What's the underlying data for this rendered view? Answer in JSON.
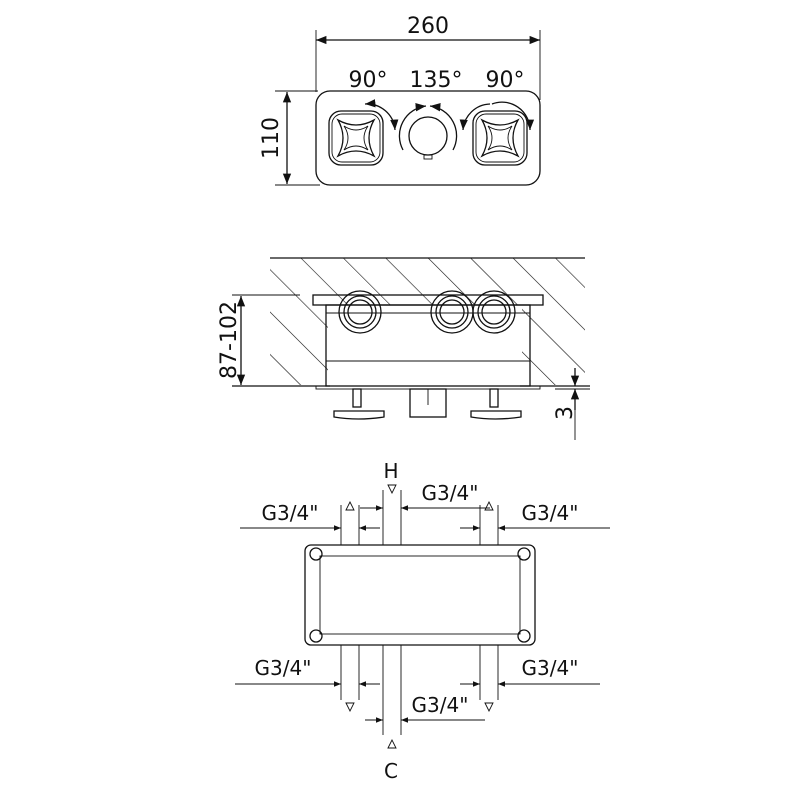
{
  "top_view": {
    "width_dim": "260",
    "height_dim": "110",
    "left_angle": "90°",
    "center_angle": "135°",
    "right_angle": "90°"
  },
  "side_view": {
    "depth_dim": "87-102",
    "offset_dim": "3"
  },
  "bottom_view": {
    "hot_label": "H",
    "cold_label": "C",
    "top_left": "G3/4\"",
    "top_center": "G3/4\"",
    "top_right": "G3/4\"",
    "bottom_left": "G3/4\"",
    "bottom_center": "G3/4\"",
    "bottom_right": "G3/4\""
  }
}
